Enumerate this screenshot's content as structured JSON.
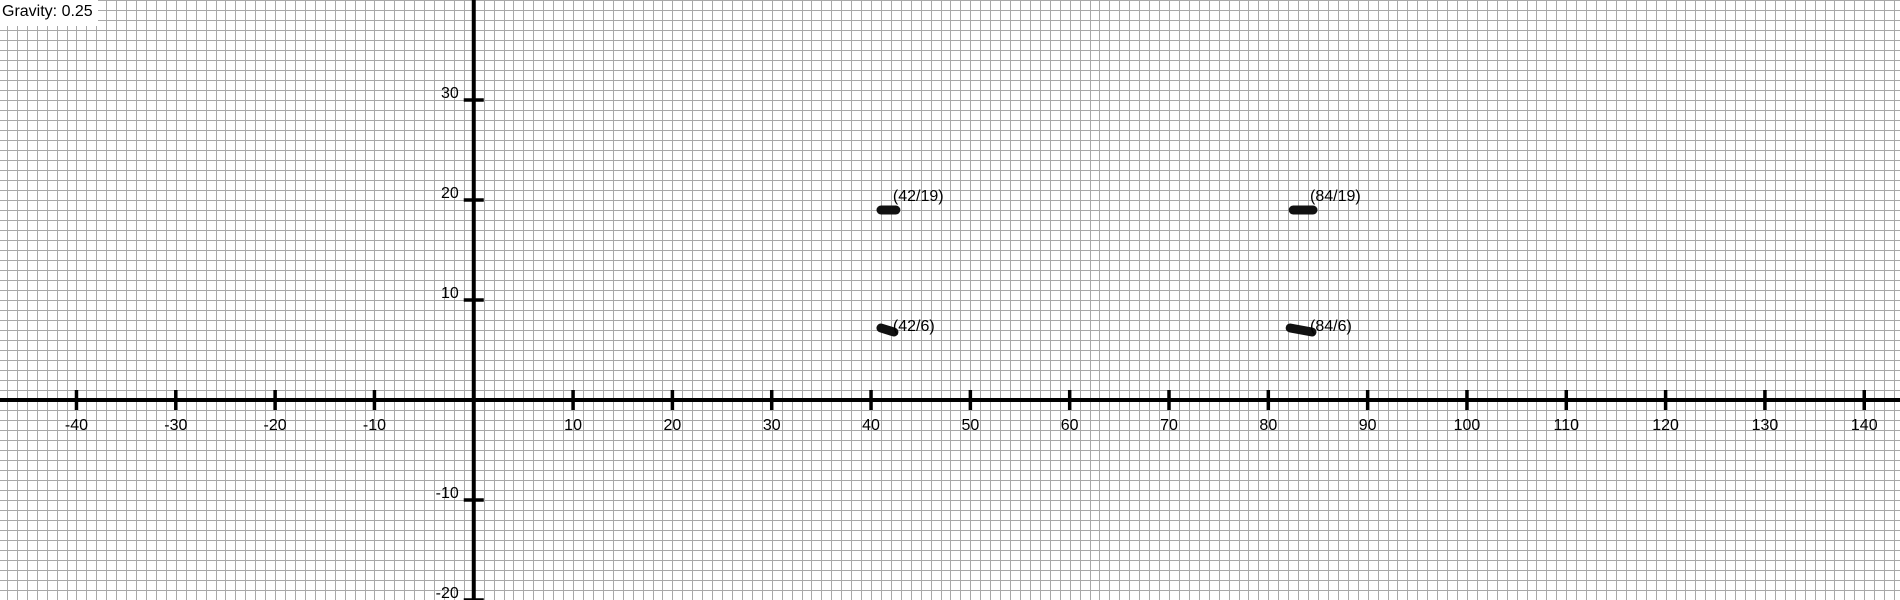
{
  "status": {
    "gravity_label": "Gravity: 0.25"
  },
  "colors": {
    "background": "#ffffff",
    "grid": "#a8a8a8",
    "axis": "#000000",
    "point": "#111111"
  },
  "chart_data": {
    "type": "scatter",
    "xlim": [
      -47.7,
      143.6
    ],
    "ylim": [
      -20,
      40
    ],
    "grid": true,
    "grid_minor_step": 1,
    "x_ticks": [
      -40,
      -30,
      -20,
      -10,
      10,
      20,
      30,
      40,
      50,
      60,
      70,
      80,
      90,
      100,
      110,
      120,
      130,
      140
    ],
    "y_ticks": [
      -20,
      -10,
      10,
      20,
      30
    ],
    "points": [
      {
        "x": 42,
        "y": 19,
        "label": "(42/19)",
        "segment": [
          [
            41,
            19
          ],
          [
            42.5,
            19
          ]
        ]
      },
      {
        "x": 84,
        "y": 19,
        "label": "(84/19)",
        "segment": [
          [
            82.5,
            19
          ],
          [
            84.5,
            19
          ]
        ]
      },
      {
        "x": 42,
        "y": 6,
        "label": "(42/6)",
        "segment": [
          [
            41,
            7.2
          ],
          [
            42.3,
            6.8
          ]
        ]
      },
      {
        "x": 84,
        "y": 6,
        "label": "(84/6)",
        "segment": [
          [
            82.2,
            7.2
          ],
          [
            84.4,
            6.8
          ]
        ]
      }
    ]
  }
}
